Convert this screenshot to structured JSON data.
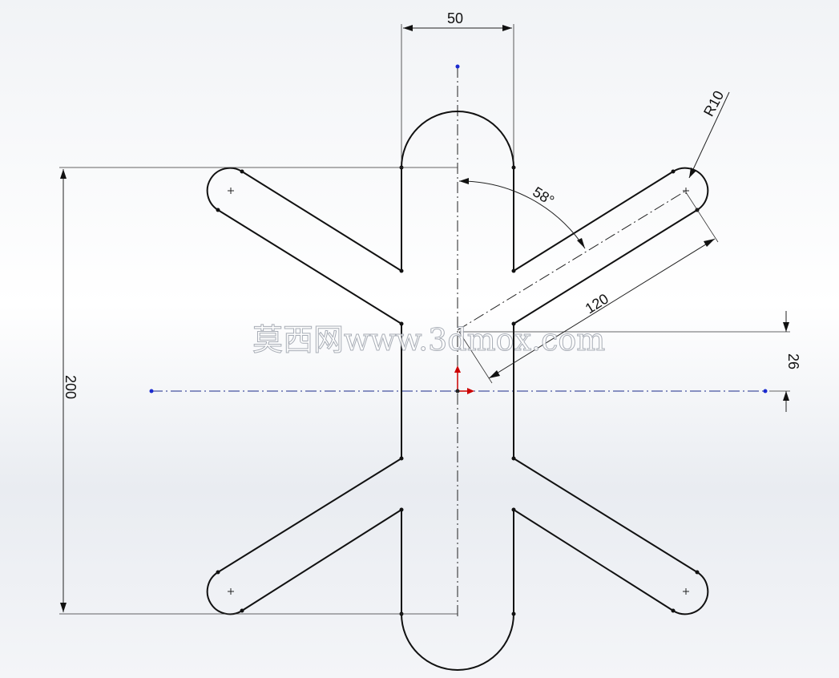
{
  "dimensions": {
    "width_label": "50",
    "radius_label": "R10",
    "angle_label": "58°",
    "arm_length_label": "120",
    "offset_label": "26",
    "height_label": "200"
  },
  "watermark": {
    "text": "莫西网www.3dmox.com"
  },
  "colors": {
    "sketch_line": "#111111",
    "centerline": "#1a2a8a",
    "origin_x": "#cc0000",
    "origin_y": "#cc0000"
  }
}
